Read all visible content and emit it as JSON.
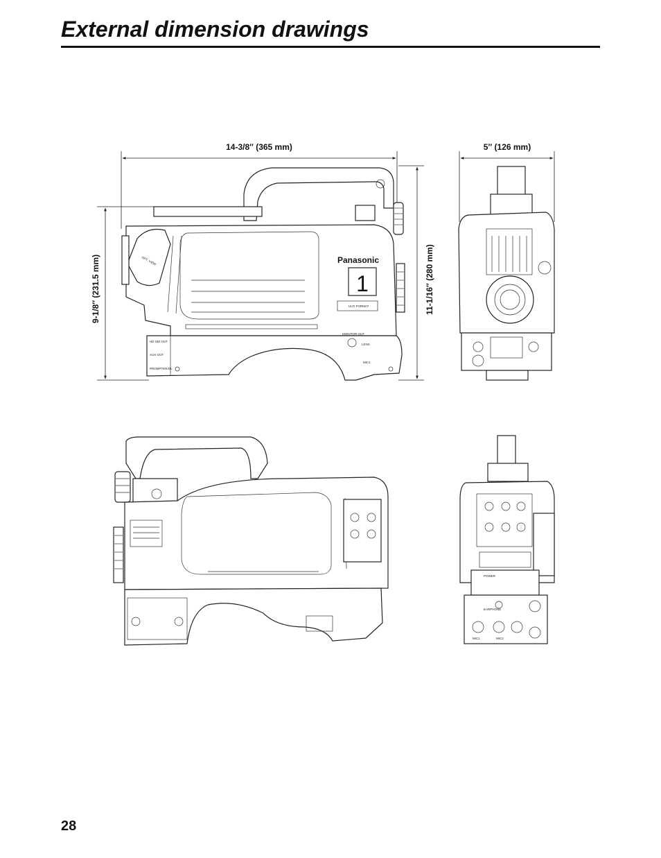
{
  "page": {
    "title": "External dimension drawings",
    "number": "28"
  },
  "dimensions": {
    "side_length": "14-3/8″ (365 mm)",
    "front_width": "5″ (126 mm)",
    "side_height": "9-1/8″ (231.5 mm)",
    "total_height": "11-1/16″ (280 mm)"
  },
  "side_view": {
    "brand": "Panasonic",
    "badge_number": "1",
    "format_text": "ULTI FORMAT",
    "viewfinder_text": "OPT. VIEW",
    "connectors": {
      "hd_sdi_out": "HD SDI OUT",
      "aux_out": "AUX OUT",
      "prompter": "PROMPTER/GL",
      "monitor_out": "MONITOR OUT",
      "lens": "LENS",
      "mic": "MIC1"
    }
  },
  "rear_view": {
    "power": "POWER",
    "earphone": "EARPHONE",
    "mic1": "MIC1",
    "mic2": "MIC2"
  }
}
